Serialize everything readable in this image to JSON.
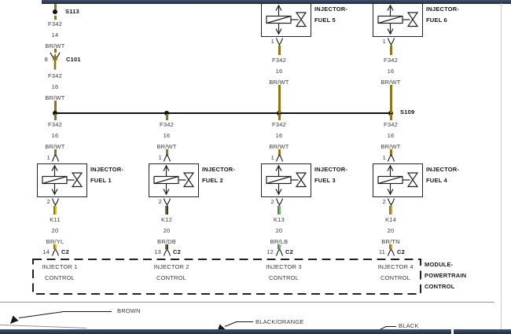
{
  "colors": {
    "wire_brown": "#8f7418",
    "tracer_yellow": "#dcc800",
    "tracer_dark_blue": "#26356b",
    "tracer_light_blue": "#45c3d4",
    "tracer_tan": "#c9a44a",
    "page_bar": "#2b3a52"
  },
  "splices": {
    "s113": "S113",
    "s109": "S109"
  },
  "left_branch": {
    "wire_upper": {
      "circuit": "F342",
      "gauge": "14",
      "color": "BR/WT"
    },
    "connector": {
      "pin": "8",
      "name": "C101"
    },
    "wire_lower": {
      "circuit": "F342",
      "gauge": "16",
      "color": "BR/WT"
    }
  },
  "top_injectors": [
    {
      "name_line1": "INJECTOR-",
      "name_line2": "FUEL 5",
      "pin": "1",
      "wire": {
        "circuit": "F342",
        "gauge": "16",
        "color": "BR/WT"
      }
    },
    {
      "name_line1": "INJECTOR-",
      "name_line2": "FUEL 6",
      "pin": "1",
      "wire": {
        "circuit": "F342",
        "gauge": "16",
        "color": "BR/WT"
      }
    }
  ],
  "bottom_injectors": [
    {
      "feed": {
        "circuit": "F342",
        "gauge": "16",
        "color": "BR/WT"
      },
      "pin_top": "1",
      "name_line1": "INJECTOR-",
      "name_line2": "FUEL 1",
      "pin_bottom": "2",
      "out": {
        "circuit": "K11",
        "gauge": "20",
        "color": "BR/YL"
      },
      "pcm_pin": "14",
      "pcm_connector": "C2",
      "control_line1": "INJECTOR 1",
      "control_line2": "CONTROL"
    },
    {
      "feed": {
        "circuit": "F342",
        "gauge": "16",
        "color": "BR/WT"
      },
      "pin_top": "1",
      "name_line1": "INJECTOR-",
      "name_line2": "FUEL 2",
      "pin_bottom": "2",
      "out": {
        "circuit": "K12",
        "gauge": "20",
        "color": "BR/DB"
      },
      "pcm_pin": "13",
      "pcm_connector": "C2",
      "control_line1": "INJECTOR 2",
      "control_line2": "CONTROL"
    },
    {
      "feed": {
        "circuit": "F342",
        "gauge": "16",
        "color": "BR/WT"
      },
      "pin_top": "1",
      "name_line1": "INJECTOR-",
      "name_line2": "FUEL 3",
      "pin_bottom": "2",
      "out": {
        "circuit": "K13",
        "gauge": "20",
        "color": "BR/LB"
      },
      "pcm_pin": "12",
      "pcm_connector": "C2",
      "control_line1": "INJECTOR 3",
      "control_line2": "CONTROL"
    },
    {
      "feed": {
        "circuit": "F342",
        "gauge": "16",
        "color": "BR/WT"
      },
      "pin_top": "1",
      "name_line1": "INJECTOR-",
      "name_line2": "FUEL 4",
      "pin_bottom": "2",
      "out": {
        "circuit": "K14",
        "gauge": "20",
        "color": "BR/TN"
      },
      "pcm_pin": "11",
      "pcm_connector": "C2",
      "control_line1": "INJECTOR 4",
      "control_line2": "CONTROL"
    }
  ],
  "module": {
    "line1": "MODULE-",
    "line2": "POWERTRAIN",
    "line3": "CONTROL"
  },
  "legend": {
    "brown": "BROWN",
    "black_orange": "BLACK/ORANGE",
    "black": "BLACK"
  }
}
